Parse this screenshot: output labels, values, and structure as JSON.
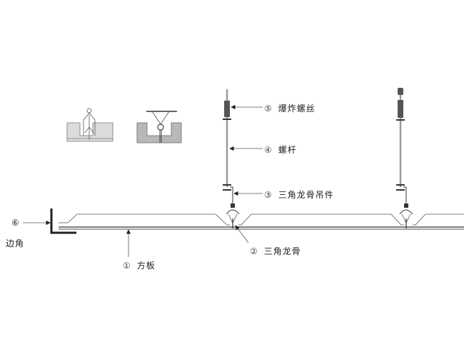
{
  "title": "Ceiling panel installation diagram",
  "labels": {
    "panel": {
      "num": "①",
      "text": "方板"
    },
    "keel": {
      "num": "②",
      "text": "三角龙骨"
    },
    "hanger": {
      "num": "③",
      "text": "三角龙骨吊件"
    },
    "rod": {
      "num": "④",
      "text": "螺杆"
    },
    "bolt": {
      "num": "⑤",
      "text": "爆炸螺丝"
    },
    "corner": {
      "num": "⑥",
      "text": "边角"
    }
  },
  "colors": {
    "line": "#555555",
    "dark": "#222222",
    "panel_fill": "#dcdcdc",
    "panel_fill_dark": "#b8b8b8",
    "rod": "#9a9a9a"
  }
}
